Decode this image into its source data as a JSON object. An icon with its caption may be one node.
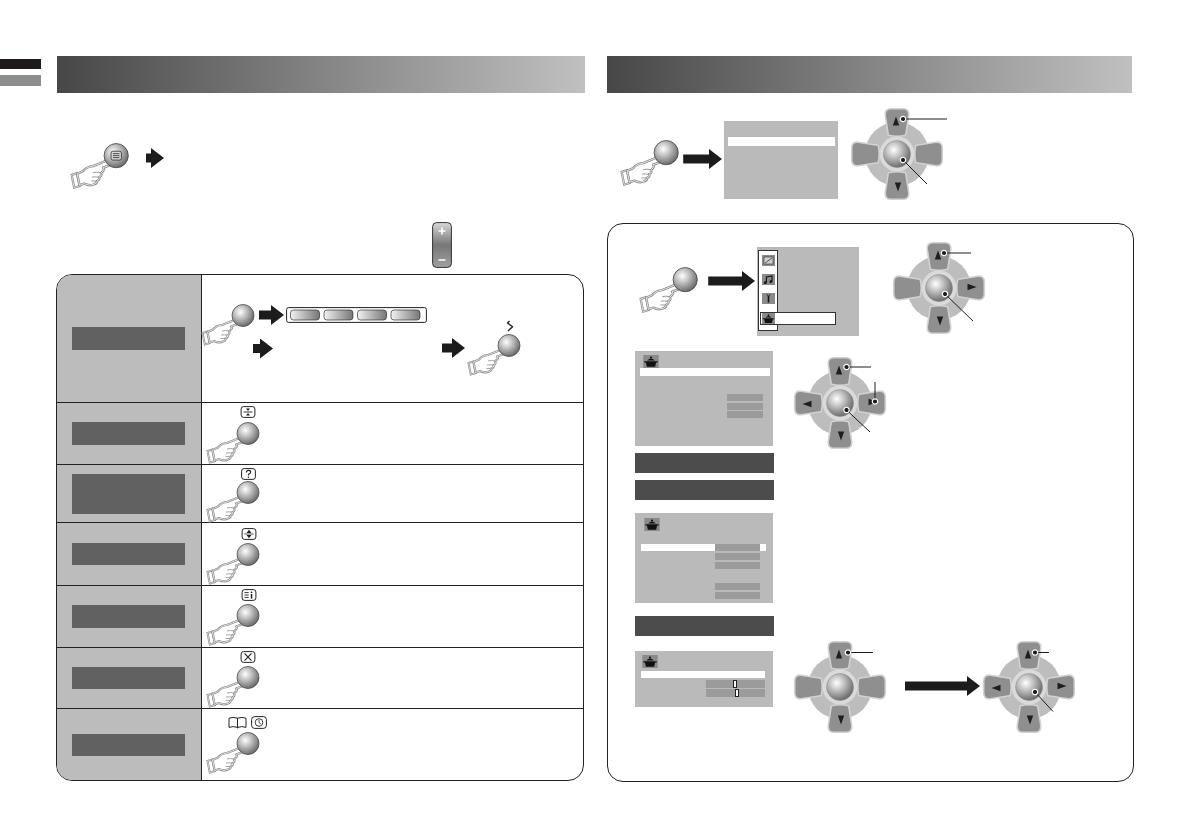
{
  "diagram": {
    "nodes": [
      {
        "text": [],
        "shape": "picture"
      },
      {
        "text": [],
        "shape": "bar"
      },
      {
        "text": [],
        "shape": "picture"
      },
      {
        "text": [],
        "shape": "picture"
      },
      {
        "text": [],
        "shape": "picture"
      },
      {
        "text": [],
        "shape": "bar"
      },
      {
        "text": [],
        "shape": "bar"
      },
      {
        "text": [],
        "shape": "bar"
      },
      {
        "text": [],
        "shape": "bar"
      },
      {
        "text": [],
        "shape": "bar"
      },
      {
        "text": [],
        "shape": "bar"
      },
      {
        "text": [],
        "shape": "picture"
      },
      {
        "text": [],
        "shape": "box"
      },
      {
        "text": [],
        "shape": "picture"
      },
      {
        "text": [],
        "shape": "button"
      },
      {
        "text": [],
        "shape": "circle",
        "in": 13
      },
      {
        "text": [],
        "shape": "picture"
      },
      {
        "text": [],
        "shape": "box"
      },
      {
        "text": [],
        "shape": "picture"
      },
      {
        "text": [],
        "shape": "button"
      },
      {
        "text": [],
        "shape": "circle",
        "in": 18
      },
      {
        "text": [],
        "shape": "picture"
      },
      {
        "text": [],
        "shape": "button"
      },
      {
        "text": [],
        "shape": "button"
      },
      {
        "text": [],
        "shape": "circle",
        "in": 21
      },
      {
        "text": [],
        "shape": "bar"
      },
      {
        "text": [],
        "shape": "bar"
      },
      {
        "text": [],
        "shape": "bar"
      },
      {
        "text": [],
        "shape": "picture"
      },
      {
        "text": [],
        "shape": "button"
      },
      {
        "text": [],
        "shape": "picture"
      },
      {
        "text": [],
        "shape": "button"
      },
      {
        "text": [],
        "shape": "circle",
        "in": 30
      }
    ],
    "edges": [
      {
        "from": 2,
        "to": 3,
        "arrow": "to",
        "style": "thick"
      },
      {
        "from": null,
        "to": 4,
        "arrow": "to",
        "style": "thick"
      },
      {
        "from": 11,
        "to": 12,
        "arrow": "to",
        "style": "thick"
      },
      {
        "from": 16,
        "to": 17,
        "arrow": "to",
        "style": "thick"
      },
      {
        "from": 28,
        "to": 30,
        "arrow": "to",
        "style": "thick"
      },
      {
        "from": null,
        "to": 14,
        "arrow": "other"
      },
      {
        "from": null,
        "to": 15,
        "arrow": "other"
      },
      {
        "from": null,
        "to": 19,
        "arrow": "other"
      },
      {
        "from": null,
        "to": 20,
        "arrow": "other"
      },
      {
        "from": null,
        "to": 22,
        "arrow": "other"
      },
      {
        "from": null,
        "to": 23,
        "arrow": "other"
      },
      {
        "from": null,
        "to": 24,
        "arrow": "other"
      },
      {
        "from": null,
        "to": 29,
        "arrow": "other"
      },
      {
        "from": null,
        "to": 31,
        "arrow": "other"
      },
      {
        "from": null,
        "to": 32,
        "arrow": "other"
      }
    ]
  }
}
